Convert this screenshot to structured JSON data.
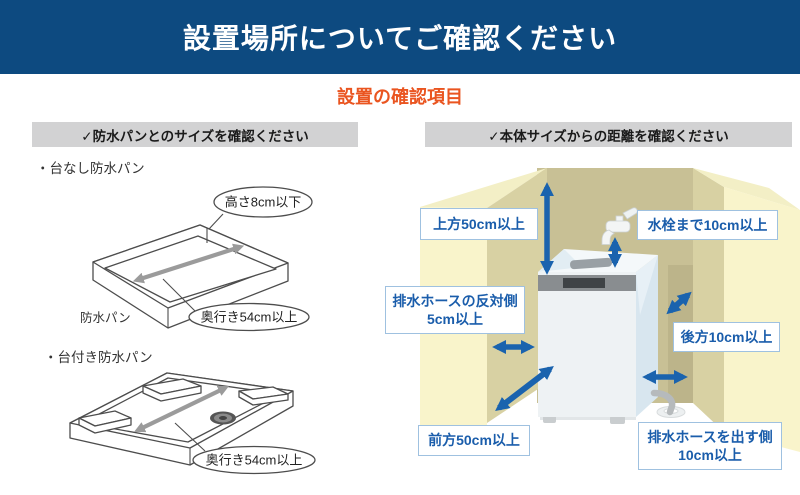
{
  "banner": {
    "title": "設置場所についてご確認ください"
  },
  "subtitle": "設置の確認項目",
  "left_section": {
    "header": "✓防水パンとのサイズを確認ください",
    "pan_without_stand": {
      "bullet": "・台なし防水パン",
      "height_note": "高さ8cm以下",
      "depth_note": "奥行き54cm以上",
      "caption": "防水パン"
    },
    "pan_with_stand": {
      "bullet": "・台付き防水パン",
      "depth_note": "奥行き54cm以上"
    }
  },
  "right_section": {
    "header": "✓本体サイズからの距離を確認ください",
    "labels": {
      "top": "上方50cm以上",
      "faucet": "水栓まで10cm以上",
      "opposite_drain_line1": "排水ホースの反対側",
      "opposite_drain_line2": "5cm以上",
      "rear": "後方10cm以上",
      "front": "前方50cm以上",
      "drain_side_line1": "排水ホースを出す側",
      "drain_side_line2": "10cm以上"
    }
  },
  "colors": {
    "banner-bg": "#0d4a80",
    "banner-text": "#ffffff",
    "subtitle": "#ea5520",
    "header-bg": "#d2d2d3",
    "header-text": "#1a1a1a",
    "label-border": "#9fc1e0",
    "label-text": "#1a5dab",
    "arrow-blue": "#1a63ae",
    "wall-front": "#f9f4cb",
    "wall-top": "#f3efc6",
    "wall-side": "#d8d1a3",
    "wall-back": "#c8c095",
    "machine-front": "#eef2f4",
    "machine-side": "#d8e6ef",
    "machine-panel": "#898d90",
    "line-gray": "#9b9b9b"
  }
}
